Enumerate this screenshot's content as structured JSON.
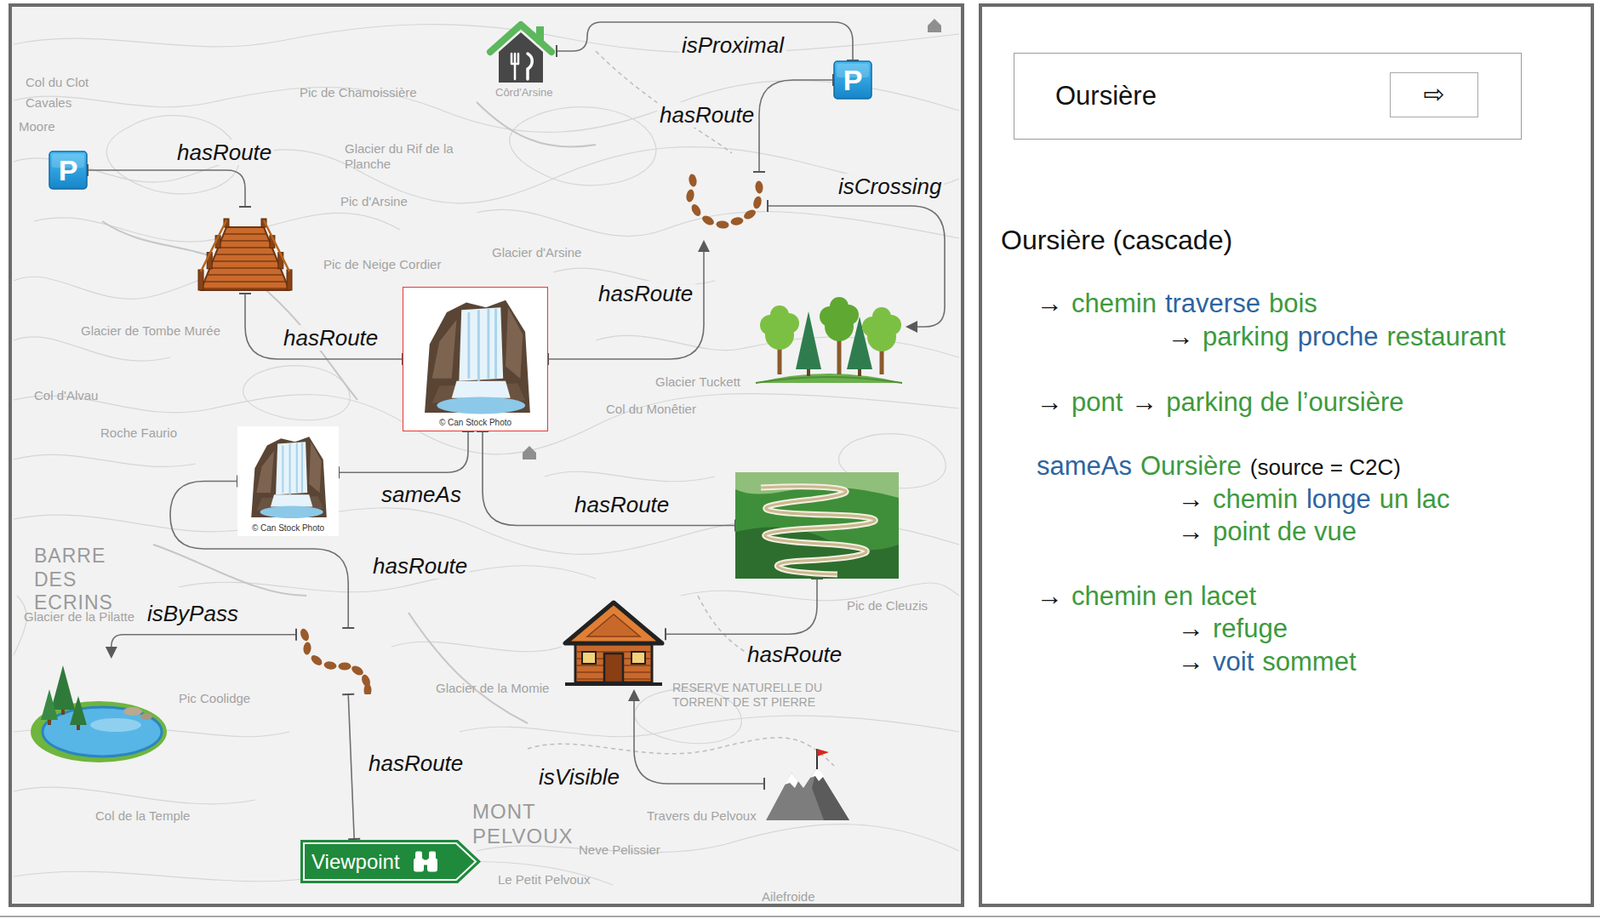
{
  "diagram": {
    "nodes": [
      {
        "text": []
      },
      {
        "text": [
          "P"
        ]
      },
      {
        "text": [
          "P"
        ]
      },
      {
        "text": []
      },
      {
        "text": []
      },
      {
        "text": []
      },
      {
        "text": [
          "© Can Stock Photo"
        ]
      },
      {
        "text": [
          "© Can Stock Photo"
        ]
      },
      {
        "text": []
      },
      {
        "text": []
      },
      {
        "text": []
      },
      {
        "text": []
      },
      {
        "text": []
      },
      {
        "text": [
          "Viewpoint"
        ]
      },
      {
        "text": [
          "Oursière"
        ]
      },
      {
        "text": [
          "⇨"
        ],
        "in": 14
      }
    ],
    "edges": [
      {
        "from": 1,
        "to": 0,
        "label": "isProximal",
        "arrow": "none"
      },
      {
        "from": 2,
        "to": 4,
        "label": "hasRoute",
        "arrow": "none"
      },
      {
        "from": 4,
        "to": 6,
        "label": "hasRoute",
        "arrow": "none"
      },
      {
        "from": 6,
        "to": 3,
        "label": "hasRoute",
        "arrow": "to"
      },
      {
        "from": 3,
        "to": 1,
        "label": "hasRoute",
        "arrow": "none"
      },
      {
        "from": 3,
        "to": 5,
        "label": "isCrossing",
        "arrow": "to"
      },
      {
        "from": 6,
        "to": 7,
        "label": "sameAs",
        "arrow": "none"
      },
      {
        "from": 7,
        "to": 9,
        "label": "hasRoute",
        "arrow": "none"
      },
      {
        "from": 6,
        "to": 8,
        "label": "hasRoute",
        "arrow": "none"
      },
      {
        "from": 8,
        "to": 10,
        "label": "hasRoute",
        "arrow": "none"
      },
      {
        "from": 9,
        "to": 11,
        "label": "isByPass",
        "arrow": "to"
      },
      {
        "from": 9,
        "to": 13,
        "label": "hasRoute",
        "arrow": "none"
      },
      {
        "from": 12,
        "to": 10,
        "label": "isVisible",
        "arrow": "to"
      }
    ],
    "labels": [
      "Col du Clot",
      "Cavales",
      "Moore",
      "Pic de Chamoissière",
      "Côrd'Arsine",
      "Glacier du Rif de la Planche",
      "Pic d'Arsine",
      "Glacier d'Arsine",
      "Pic de Neige Cordier",
      "Glacier Tuckett",
      "Glacier de Tombe Murée",
      "Col du Monêtier",
      "Col d'Alvau",
      "Roche Faurio",
      "BARRE DES ECRINS",
      "Pic de Cleuzis",
      "Glacier de la Pilatte",
      "RESERVE NATURELLE DU TORRENT DE ST PIERRE",
      "Pic Coolidge",
      "Glacier de la Momie",
      "MONT PELVOUX",
      "Col de la Temple",
      "Travers du Pelvoux",
      "Neve Pelissier",
      "Le Petit Pelvoux",
      "Ailefroide",
      "Oursière (cascade)",
      "→",
      "chemin",
      "traverse",
      "bois",
      "→",
      "parking",
      "proche",
      "restaurant",
      "→",
      "pont",
      "→",
      "parking de l’oursière",
      "sameAs",
      "Oursière",
      "(source = C2C)",
      "→",
      "chemin",
      "longe",
      "un lac",
      "→",
      "point de vue",
      "→",
      "chemin en lacet",
      "→",
      "refuge",
      "→",
      "voit",
      "sommet"
    ]
  }
}
